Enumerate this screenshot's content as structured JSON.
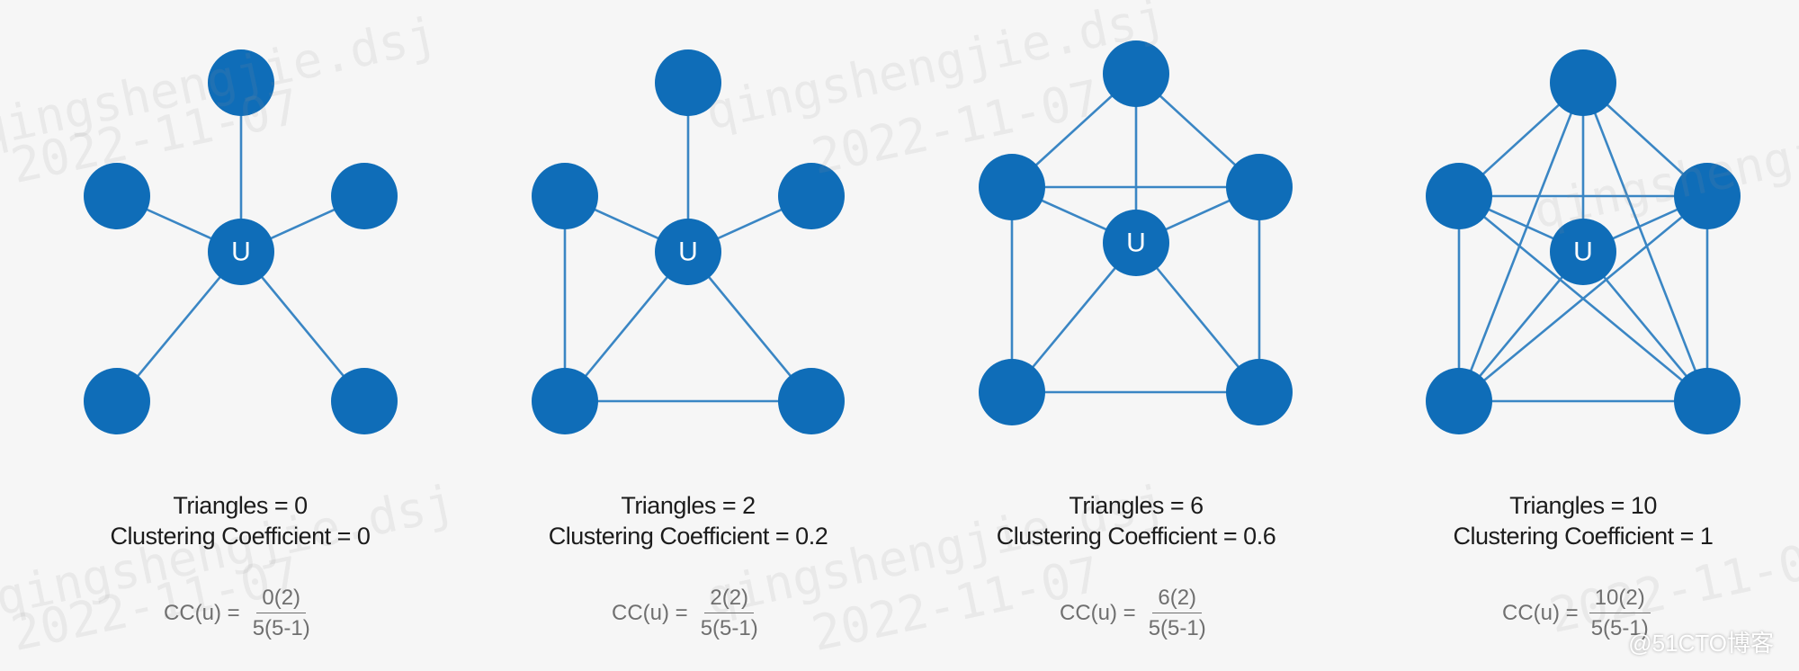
{
  "colors": {
    "node": "#0f6db8",
    "edge": "#3a86c4",
    "background": "#f6f6f6"
  },
  "panels": [
    {
      "center_label": "U",
      "triangles_text": "Triangles = 0",
      "cc_text": "Clustering Coefficient = 0",
      "formula_lhs": "CC(u) =",
      "formula_num": "0(2)",
      "formula_den": "5(5-1)",
      "edges": [
        [
          "U",
          "top"
        ],
        [
          "U",
          "ul"
        ],
        [
          "U",
          "ur"
        ],
        [
          "U",
          "ll"
        ],
        [
          "U",
          "lr"
        ]
      ]
    },
    {
      "center_label": "U",
      "triangles_text": "Triangles = 2",
      "cc_text": "Clustering Coefficient = 0.2",
      "formula_lhs": "CC(u) =",
      "formula_num": "2(2)",
      "formula_den": "5(5-1)",
      "edges": [
        [
          "U",
          "top"
        ],
        [
          "U",
          "ul"
        ],
        [
          "U",
          "ur"
        ],
        [
          "U",
          "ll"
        ],
        [
          "U",
          "lr"
        ],
        [
          "ul",
          "ll"
        ],
        [
          "ll",
          "lr"
        ]
      ]
    },
    {
      "center_label": "U",
      "triangles_text": "Triangles = 6",
      "cc_text": "Clustering Coefficient = 0.6",
      "formula_lhs": "CC(u) =",
      "formula_num": "6(2)",
      "formula_den": "5(5-1)",
      "edges": [
        [
          "U",
          "top"
        ],
        [
          "U",
          "ul"
        ],
        [
          "U",
          "ur"
        ],
        [
          "U",
          "ll"
        ],
        [
          "U",
          "lr"
        ],
        [
          "top",
          "ul"
        ],
        [
          "top",
          "ur"
        ],
        [
          "ul",
          "ur"
        ],
        [
          "ul",
          "ll"
        ],
        [
          "ur",
          "lr"
        ],
        [
          "ll",
          "lr"
        ]
      ]
    },
    {
      "center_label": "U",
      "triangles_text": "Triangles = 10",
      "cc_text": "Clustering Coefficient = 1",
      "formula_lhs": "CC(u) =",
      "formula_num": "10(2)",
      "formula_den": "5(5-1)",
      "edges": [
        [
          "U",
          "top"
        ],
        [
          "U",
          "ul"
        ],
        [
          "U",
          "ur"
        ],
        [
          "U",
          "ll"
        ],
        [
          "U",
          "lr"
        ],
        [
          "top",
          "ul"
        ],
        [
          "top",
          "ur"
        ],
        [
          "top",
          "ll"
        ],
        [
          "top",
          "lr"
        ],
        [
          "ul",
          "ur"
        ],
        [
          "ul",
          "ll"
        ],
        [
          "ul",
          "lr"
        ],
        [
          "ur",
          "ll"
        ],
        [
          "ur",
          "lr"
        ],
        [
          "ll",
          "lr"
        ]
      ]
    }
  ],
  "watermarks": [
    "qingshengjie.dsj",
    "2022-11-07"
  ],
  "brand": "@51CTO博客"
}
